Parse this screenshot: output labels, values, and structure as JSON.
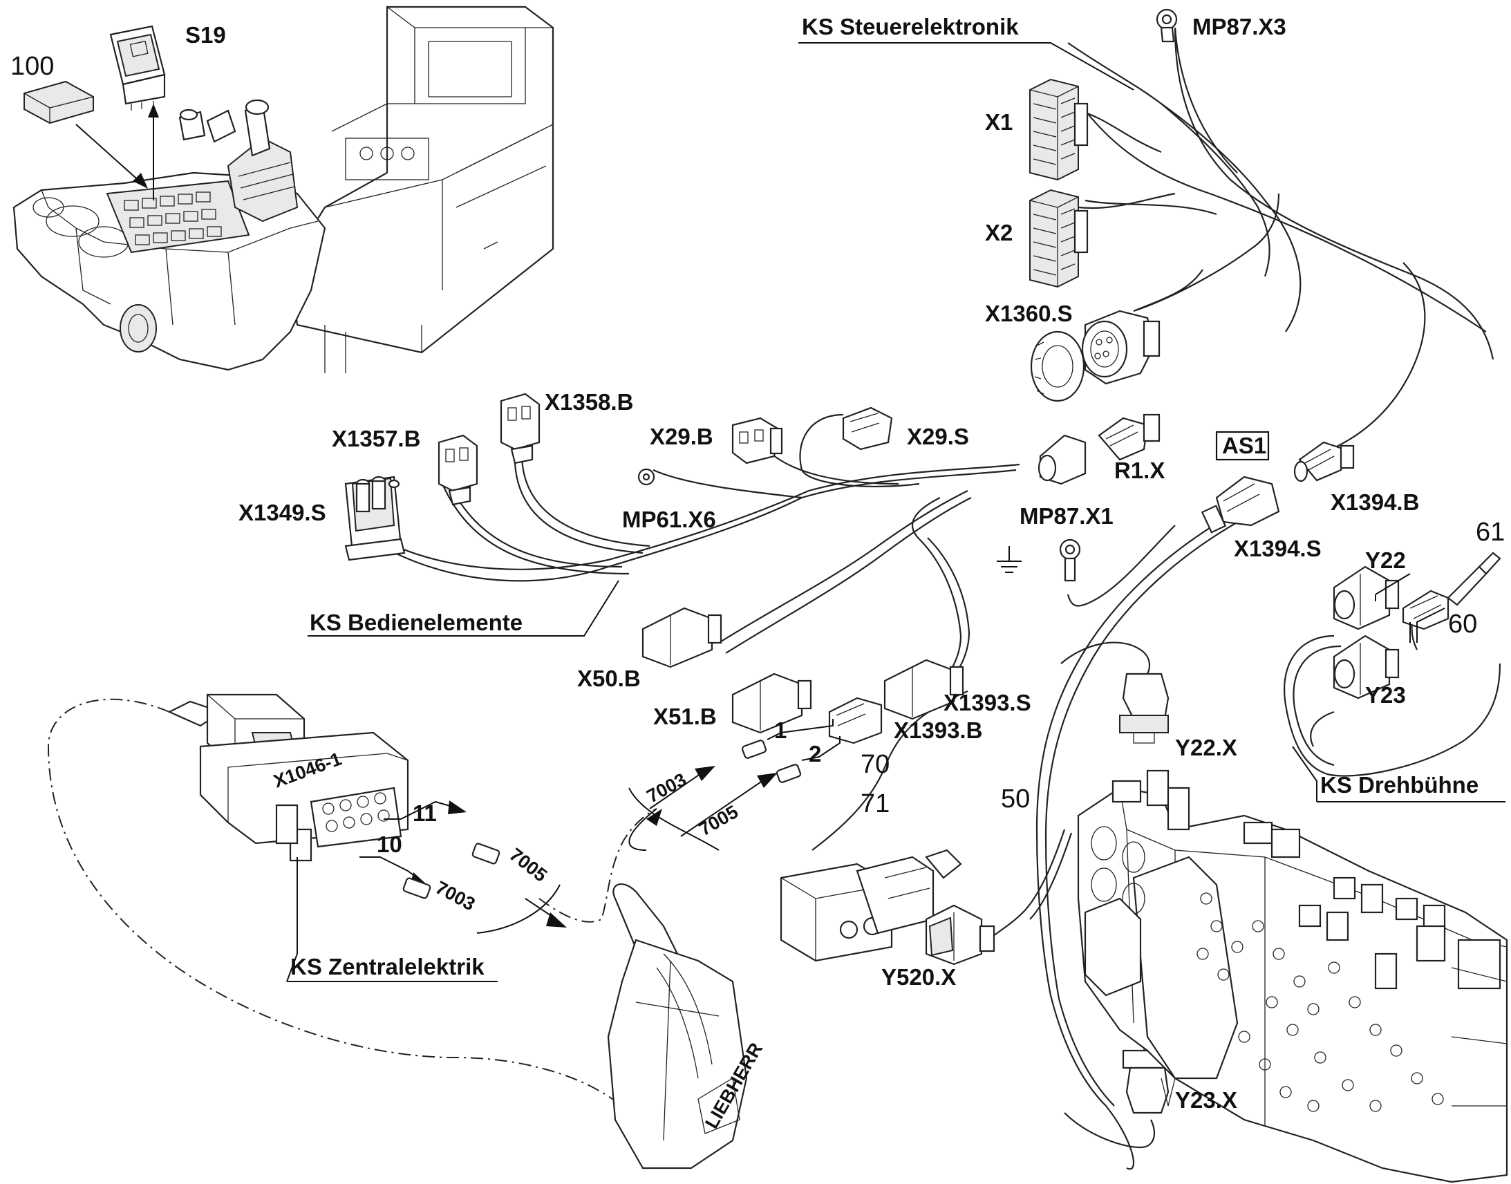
{
  "labels": {
    "ks_steuerelektronik": "KS Steuerelektronik",
    "mp87_x3": "MP87.X3",
    "s19": "S19",
    "n100": "100",
    "x1": "X1",
    "x2": "X2",
    "x1360_s": "X1360.S",
    "x1358_b": "X1358.B",
    "x1357_b": "X1357.B",
    "x29_b": "X29.B",
    "x29_s": "X29.S",
    "x1349_s": "X1349.S",
    "mp61_x6": "MP61.X6",
    "r1_x": "R1.X",
    "as1": "AS1",
    "x1394_b": "X1394.B",
    "mp87_x1": "MP87.X1",
    "x1394_s": "X1394.S",
    "n61": "61",
    "y22": "Y22",
    "n60": "60",
    "ks_bedienelemente": "KS Bedienelemente",
    "x50_b": "X50.B",
    "y23": "Y23",
    "x1393_s": "X1393.S",
    "x51_b": "X51.B",
    "x1393_b": "X1393.B",
    "y22_x": "Y22.X",
    "n70": "70",
    "n71": "71",
    "n50": "50",
    "ks_drehbuehne": "KS Drehbühne",
    "x1046_1": "X1046-1",
    "w11": "11",
    "w10": "10",
    "w1": "1",
    "w2": "2",
    "c7003_a": "7003",
    "c7005_a": "7005",
    "c7005_b": "7005",
    "c7003_b": "7003",
    "ks_zentralelektrik": "KS Zentralelektrik",
    "y520_x": "Y520.X",
    "y23_x": "Y23.X",
    "brand": "LIEBHERR"
  }
}
